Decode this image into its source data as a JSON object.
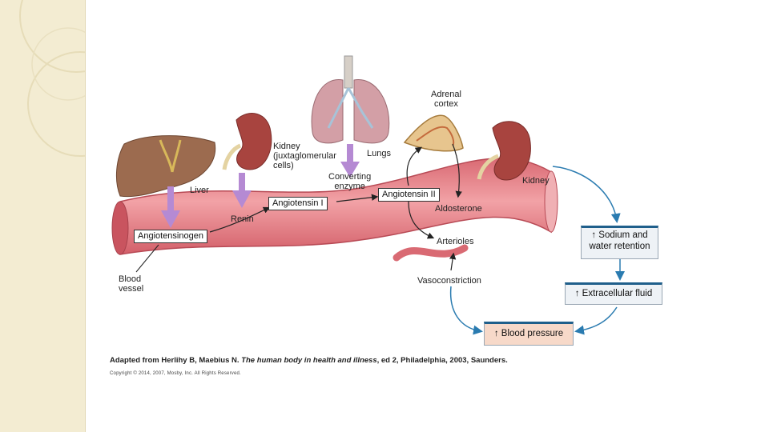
{
  "labels": {
    "liver": "Liver",
    "kidney_jg": "Kidney\n(juxtaglomerular\ncells)",
    "lungs": "Lungs",
    "adrenal_cortex": "Adrenal\ncortex",
    "converting_enzyme": "Converting\nenzyme",
    "renin": "Renin",
    "kidney": "Kidney",
    "aldosterone": "Aldosterone",
    "arterioles": "Arterioles",
    "vasoconstriction": "Vasoconstriction",
    "blood_vessel": "Blood\nvessel"
  },
  "boxes": {
    "angiotensinogen": "Angiotensinogen",
    "angiotensin1": "Angiotensin I",
    "angiotensin2": "Angiotensin II"
  },
  "outcomes": {
    "sodium_water": "↑ Sodium and\nwater retention",
    "extracellular": "↑ Extracellular fluid",
    "blood_pressure": "↑ Blood pressure"
  },
  "caption": {
    "prefix": "Adapted from Herlihy B, Maebius N. ",
    "title": "The human body in health and illness",
    "suffix": ", ed 2, Philadelphia, 2003, Saunders.",
    "copyright": "Copyright © 2014, 2007, Mosby, Inc. All Rights Reserved."
  },
  "colors": {
    "vessel": "#e87f86",
    "vessel_light": "#f6c1c3",
    "arrow_blue": "#2a7bb0",
    "purple_arrow": "#b58ad3",
    "blood_pressure_box": "#f7d9c9"
  }
}
